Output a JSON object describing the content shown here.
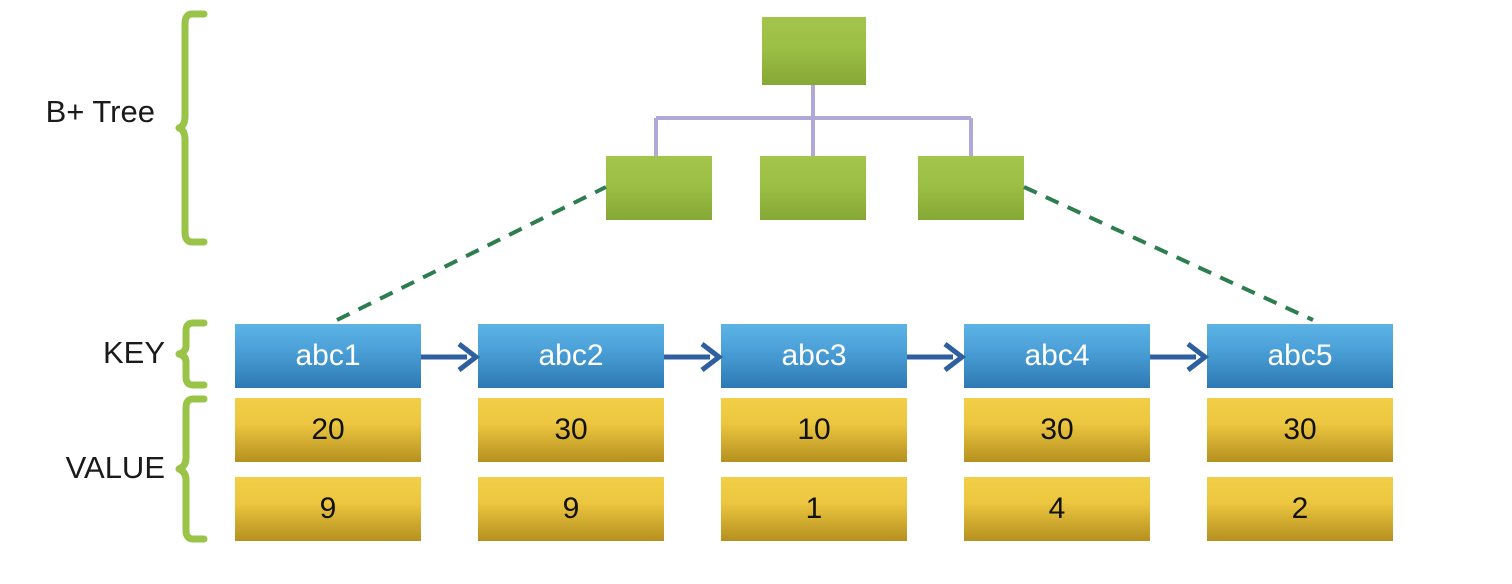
{
  "diagram": {
    "title": "B+ Tree index with key / value leaf rows",
    "type": "tree-with-linked-leaf-list"
  },
  "labels": {
    "btree": "B+ Tree",
    "key": "KEY",
    "value": "VALUE"
  },
  "colors": {
    "tree_node_top": "#a4c44c",
    "tree_node_bottom": "#86a835",
    "tree_connector": "#afa8d8",
    "brace": "#9ac447",
    "fan_line": "#2e7d4f",
    "key_box_top": "#5cb3e4",
    "key_box_bottom": "#2e79b4",
    "key_text": "#ffffff",
    "value_box_top": "#f2cf48",
    "value_box_bottom": "#b5901f",
    "value_text": "#111111",
    "chain_arrow": "#2e5f9e",
    "label_text": "#1a1a1a",
    "background": "#ffffff"
  },
  "tree": {
    "root": {
      "label": ""
    },
    "children": [
      {
        "label": ""
      },
      {
        "label": ""
      },
      {
        "label": ""
      }
    ]
  },
  "leaves": [
    {
      "key": "abc1",
      "values": [
        "20",
        "9"
      ]
    },
    {
      "key": "abc2",
      "values": [
        "30",
        "9"
      ]
    },
    {
      "key": "abc3",
      "values": [
        "10",
        "1"
      ]
    },
    {
      "key": "abc4",
      "values": [
        "30",
        "4"
      ]
    },
    {
      "key": "abc5",
      "values": [
        "30",
        "2"
      ]
    }
  ],
  "chain_arrows": [
    {
      "from": "abc1",
      "to": "abc2"
    },
    {
      "from": "abc2",
      "to": "abc3"
    },
    {
      "from": "abc3",
      "to": "abc4"
    },
    {
      "from": "abc4",
      "to": "abc5"
    }
  ]
}
